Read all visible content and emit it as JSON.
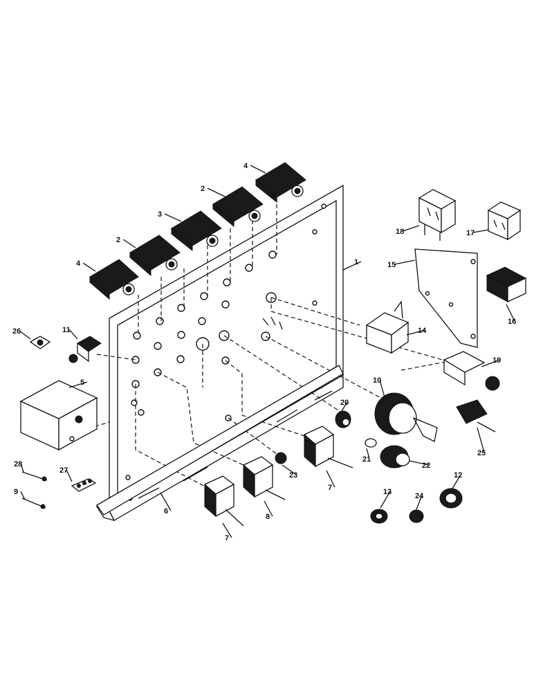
{
  "diagram": {
    "parts": [
      {
        "id": "panel",
        "label": "1"
      },
      {
        "id": "breaker-a",
        "label": "2"
      },
      {
        "id": "breaker-b",
        "label": "2"
      },
      {
        "id": "breaker-c",
        "label": "3"
      },
      {
        "id": "breaker-d",
        "label": "4"
      },
      {
        "id": "breaker-e",
        "label": "4"
      },
      {
        "id": "junction-box",
        "label": "5"
      },
      {
        "id": "mount-bracket",
        "label": "6"
      },
      {
        "id": "toggle-a",
        "label": "7"
      },
      {
        "id": "toggle-b",
        "label": "7"
      },
      {
        "id": "toggle-c",
        "label": "8"
      },
      {
        "id": "wire-end-9",
        "label": "9"
      },
      {
        "id": "ignition-switch",
        "label": "10"
      },
      {
        "id": "push-switch",
        "label": "11"
      },
      {
        "id": "grommet-12",
        "label": "12"
      },
      {
        "id": "grommet-13",
        "label": "13"
      },
      {
        "id": "relay-14",
        "label": "14"
      },
      {
        "id": "relay-bracket",
        "label": "15"
      },
      {
        "id": "connector-16",
        "label": "16"
      },
      {
        "id": "relay-17",
        "label": "17"
      },
      {
        "id": "relay-18",
        "label": "18"
      },
      {
        "id": "switch-19",
        "label": "19"
      },
      {
        "id": "knob-20",
        "label": "20"
      },
      {
        "id": "bulb-21",
        "label": "21"
      },
      {
        "id": "lamp-22",
        "label": "22"
      },
      {
        "id": "indicator-23",
        "label": "23"
      },
      {
        "id": "grommet-24",
        "label": "24"
      },
      {
        "id": "pull-switch",
        "label": "25"
      },
      {
        "id": "clip-26",
        "label": "26"
      },
      {
        "id": "terminal-27",
        "label": "27"
      },
      {
        "id": "wire-end-28",
        "label": "28"
      }
    ]
  }
}
